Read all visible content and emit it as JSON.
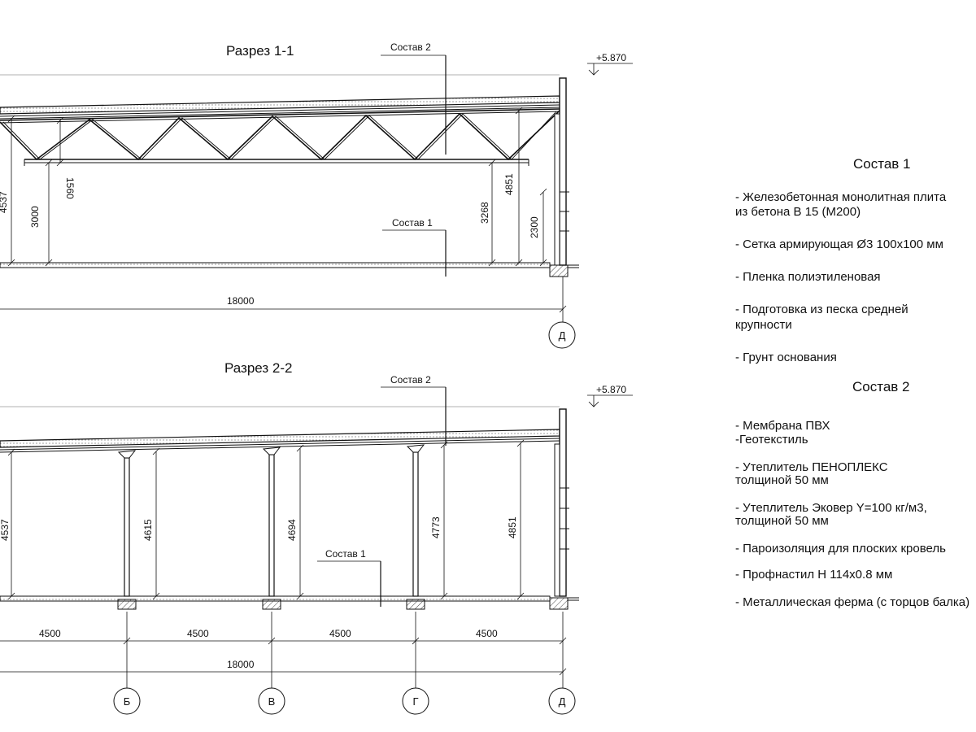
{
  "sections": {
    "s1": {
      "title": "Разрез 1-1",
      "callout_top": "Состав 2",
      "callout_bottom": "Состав 1",
      "level": "+5.870",
      "dims": [
        "4537",
        "3000",
        "1560",
        "3268",
        "4851",
        "2300"
      ],
      "span": "18000",
      "axis": "Д"
    },
    "s2": {
      "title": "Разрез 2-2",
      "callout_top": "Состав 2",
      "callout_bottom": "Состав 1",
      "level": "+5.870",
      "heights": [
        "4537",
        "4615",
        "4694",
        "4773",
        "4851"
      ],
      "bays": [
        "4500",
        "4500",
        "4500",
        "4500"
      ],
      "span": "18000",
      "axes": [
        "Б",
        "В",
        "Г",
        "Д"
      ]
    }
  },
  "legend": {
    "sostav1": {
      "title": "Состав 1",
      "items": [
        "- Железобетонная  монолитная плита",
        "  из бетона В 15 (М200)",
        "- Сетка армирующая Ø3 100х100 мм",
        "- Пленка полиэтиленовая",
        "- Подготовка из песка средней",
        "  крупности",
        "- Грунт основания"
      ]
    },
    "sostav2": {
      "title": "Состав 2",
      "items": [
        "- Мембрана ПВХ",
        "-Геотекстиль",
        "- Утеплитель ПЕНОПЛЕКС",
        "  толщиной 50 мм",
        "- Утеплитель Эковер Y=100 кг/м3,",
        "  толщиной 50 мм",
        "- Пароизоляция для плоских кровель",
        "- Профнастил Н 114х0.8 мм",
        "- Металлическая ферма (с торцов балка)"
      ]
    }
  }
}
